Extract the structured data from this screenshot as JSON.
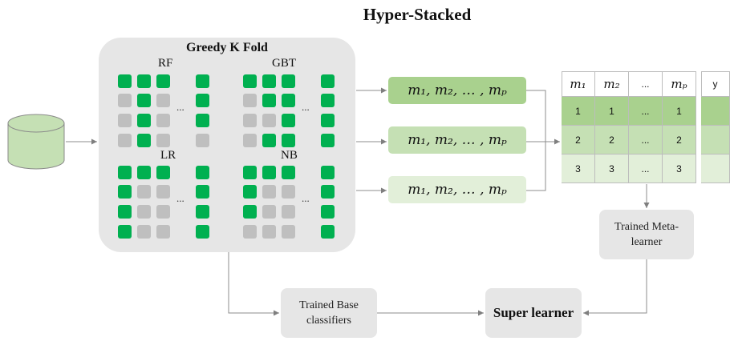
{
  "title": "Hyper-Stacked",
  "greedy_k_fold": {
    "title": "Greedy K Fold",
    "classifiers": [
      {
        "label": "RF",
        "ellipsis": "...",
        "pattern": [
          [
            "g",
            "g",
            "g",
            "g"
          ],
          [
            "x",
            "g",
            "x",
            "g"
          ],
          [
            "x",
            "g",
            "x",
            "g"
          ],
          [
            "x",
            "g",
            "x",
            "x"
          ]
        ]
      },
      {
        "label": "GBT",
        "ellipsis": "...",
        "pattern": [
          [
            "g",
            "g",
            "g",
            "g"
          ],
          [
            "x",
            "g",
            "g",
            "g"
          ],
          [
            "x",
            "x",
            "g",
            "g"
          ],
          [
            "x",
            "g",
            "g",
            "g"
          ]
        ]
      },
      {
        "label": "LR",
        "ellipsis": "...",
        "pattern": [
          [
            "g",
            "g",
            "g",
            "g"
          ],
          [
            "g",
            "x",
            "x",
            "g"
          ],
          [
            "g",
            "x",
            "x",
            "g"
          ],
          [
            "g",
            "x",
            "x",
            "g"
          ]
        ]
      },
      {
        "label": "NB",
        "ellipsis": "...",
        "pattern": [
          [
            "g",
            "g",
            "g",
            "g"
          ],
          [
            "g",
            "x",
            "x",
            "g"
          ],
          [
            "g",
            "x",
            "x",
            "g"
          ],
          [
            "x",
            "x",
            "x",
            "g"
          ]
        ]
      }
    ]
  },
  "predictions": [
    {
      "text": "m₁, m₂, … , mₚ",
      "color": "#a9d18e"
    },
    {
      "text": "m₁, m₂, … , mₚ",
      "color": "#c5e0b4"
    },
    {
      "text": "m₁, m₂, … , mₚ",
      "color": "#e2efd9"
    }
  ],
  "meta_table": {
    "headers": [
      "m₁",
      "m₂",
      "...",
      "mₚ"
    ],
    "y_header": "y",
    "rows": [
      {
        "cells": [
          "1",
          "1",
          "...",
          "1"
        ],
        "color": "#a9d18e"
      },
      {
        "cells": [
          "2",
          "2",
          "...",
          "2"
        ],
        "color": "#c5e0b4"
      },
      {
        "cells": [
          "3",
          "3",
          "...",
          "3"
        ],
        "color": "#e2efd9"
      }
    ]
  },
  "nodes": {
    "base": "Trained Base classifiers",
    "meta": "Trained Meta-learner",
    "super": "Super learner"
  },
  "colors": {
    "green": "#00b050",
    "gray_square": "#bfbfbf",
    "panel": "#e6e6e6",
    "database": "#c5e0b4"
  }
}
